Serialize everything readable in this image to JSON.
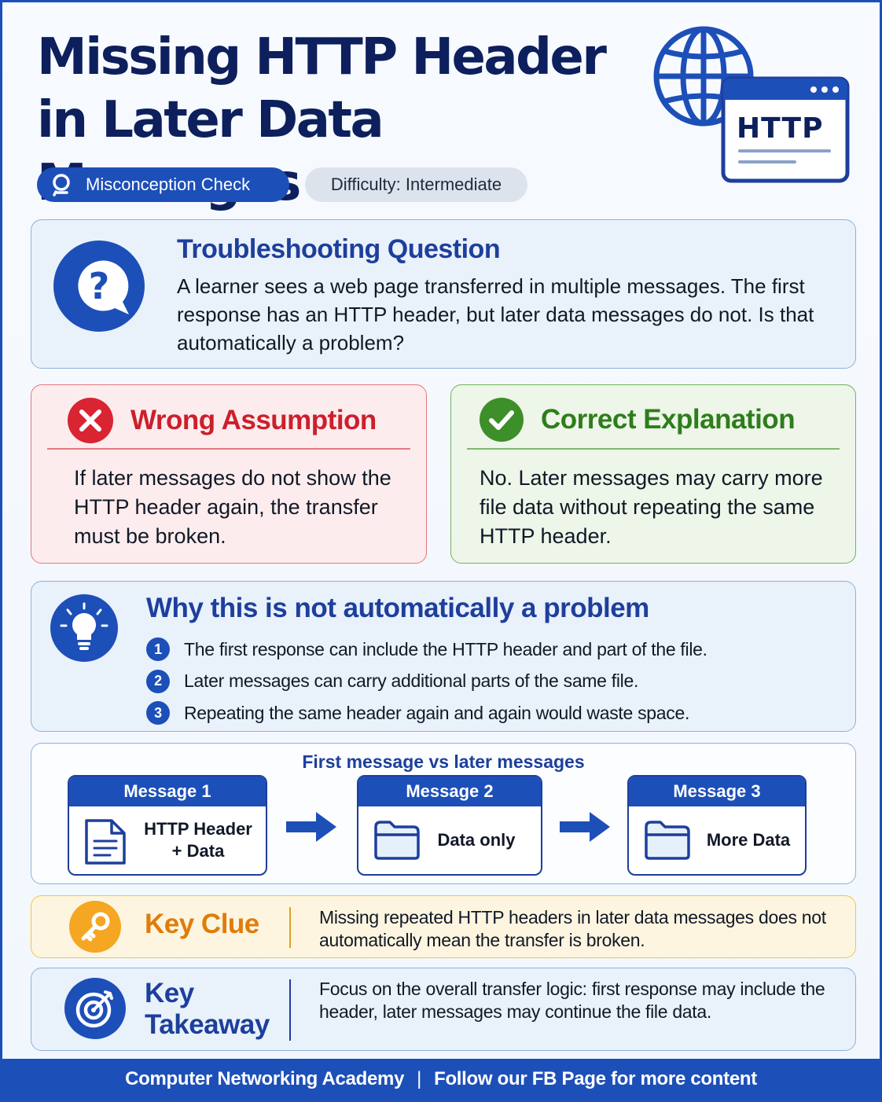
{
  "header": {
    "title_line1": "Missing HTTP Header",
    "title_line2": "in Later Data Messages",
    "browser_label": "HTTP",
    "icons": [
      "globe-icon",
      "browser-window-icon"
    ]
  },
  "badges": {
    "category": "Misconception Check",
    "difficulty": "Difficulty: Intermediate"
  },
  "question": {
    "title": "Troubleshooting Question",
    "body": "A learner sees a web page transferred in multiple messages. The first response has an HTTP header, but later data messages do not. Is that automatically a problem?"
  },
  "wrong": {
    "title": "Wrong Assumption",
    "body": "If later messages do not show the HTTP header again, the transfer must be broken."
  },
  "correct": {
    "title": "Correct Explanation",
    "body": "No. Later messages may carry more file data without repeating the same HTTP header."
  },
  "why": {
    "title": "Why this is not automatically a problem",
    "items": [
      {
        "num": "1",
        "text": "The first response can include the HTTP header and part of the file."
      },
      {
        "num": "2",
        "text": "Later messages can carry additional parts of the same file."
      },
      {
        "num": "3",
        "text": "Repeating the same header again and again would waste space."
      }
    ]
  },
  "flow": {
    "title": "First message vs later messages",
    "messages": [
      {
        "label": "Message 1",
        "line1": "HTTP Header",
        "line2": "+ Data",
        "icon": "document-icon"
      },
      {
        "label": "Message 2",
        "line1": "Data only",
        "icon": "folder-icon"
      },
      {
        "label": "Message 3",
        "line1": "More Data",
        "icon": "folder-icon"
      }
    ]
  },
  "key_clue": {
    "title": "Key Clue",
    "text": "Missing repeated HTTP headers in later data messages does not automatically mean the transfer is broken."
  },
  "key_takeaway": {
    "title_line1": "Key",
    "title_line2": "Takeaway",
    "text": "Focus on the overall transfer logic: first response may include the header, later messages may continue the file data."
  },
  "footer": {
    "left": "Computer Networking Academy",
    "separator": "|",
    "right": "Follow our FB Page for more content"
  },
  "colors": {
    "brand_blue": "#1d4fb8",
    "navy": "#0d1f5c",
    "wrong_red": "#cc1f2c",
    "correct_green": "#2e7d1c",
    "clue_orange": "#e07c0b"
  }
}
